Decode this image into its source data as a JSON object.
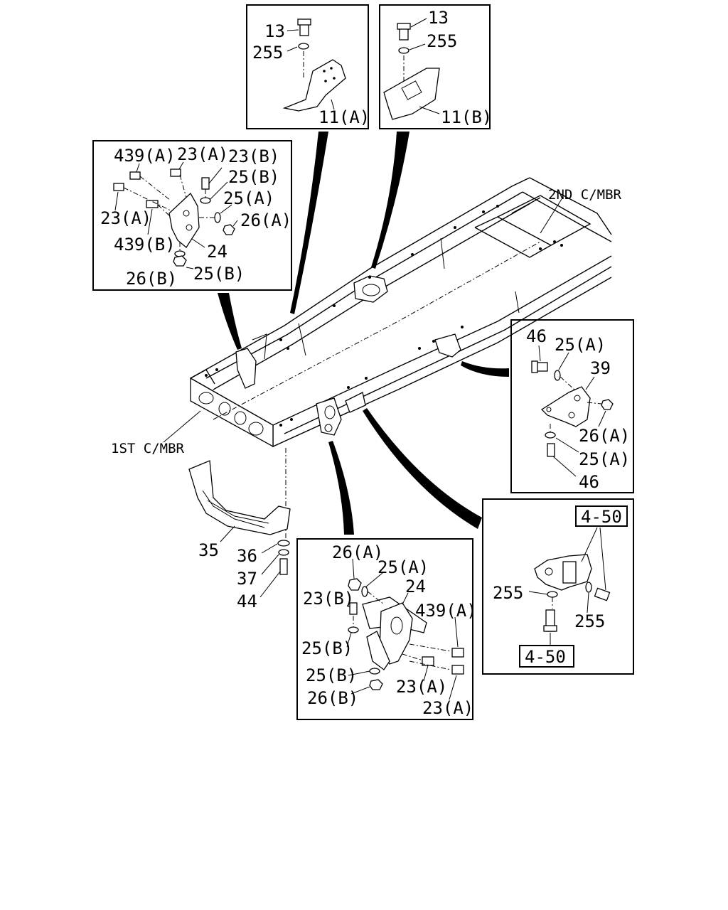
{
  "diagram": {
    "chassis_labels": {
      "second_crossmember": "2ND C/MBR",
      "first_crossmember": "1ST C/MBR"
    },
    "box_11a": {
      "bolt": "13",
      "washer": "255",
      "bracket": "11(A)"
    },
    "box_11b": {
      "bolt": "13",
      "washer": "255",
      "bracket": "11(B)"
    },
    "box_upper_left": {
      "stud_a_top": "439(A)",
      "bolt_a_top": "23(A)",
      "bolt_b": "23(B)",
      "washer_b_top": "25(B)",
      "washer_a": "25(A)",
      "nut_a": "26(A)",
      "bolt_a_left": "23(A)",
      "stud_b": "439(B)",
      "bracket": "24",
      "nut_b": "26(B)",
      "washer_b_bottom": "25(B)"
    },
    "box_right_upper": {
      "bolt_top": "46",
      "washer_top": "25(A)",
      "bracket": "39",
      "nut": "26(A)",
      "washer_bottom": "25(A)",
      "bolt_bottom": "46"
    },
    "box_right_lower": {
      "ref_top": "4-50",
      "washer_left": "255",
      "washer_right": "255",
      "ref_bottom": "4-50"
    },
    "box_lower_center": {
      "nut_a": "26(A)",
      "washer_a": "25(A)",
      "bracket": "24",
      "bolt_b": "23(B)",
      "stud_a": "439(A)",
      "washer_b_top": "25(B)",
      "washer_b_bottom": "25(B)",
      "bolt_a_mid": "23(A)",
      "nut_b": "26(B)",
      "bolt_a_bottom": "23(A)"
    },
    "loose_parts": {
      "guard": "35",
      "washer_1": "36",
      "washer_2": "37",
      "bolt": "44"
    }
  }
}
